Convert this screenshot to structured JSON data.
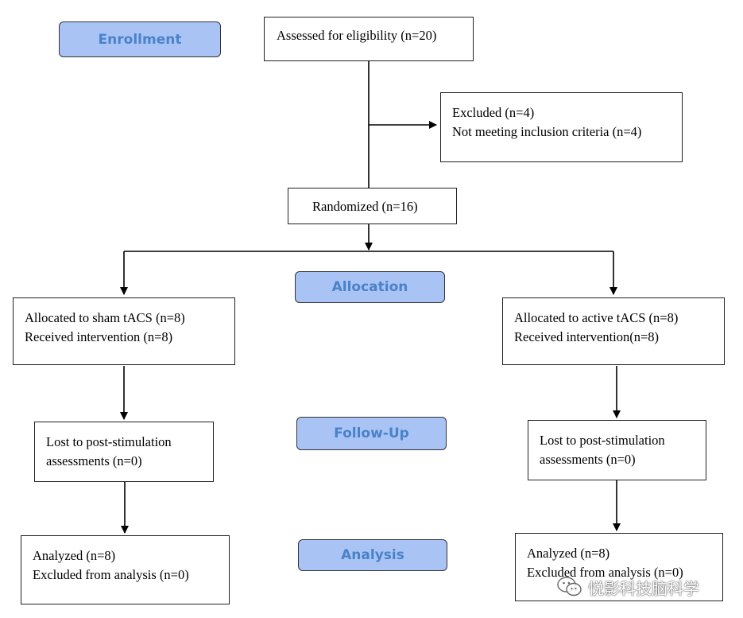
{
  "stages": {
    "enrollment": "Enrollment",
    "allocation": "Allocation",
    "follow_up": "Follow-Up",
    "analysis": "Analysis"
  },
  "boxes": {
    "assessed": [
      "Assessed for eligibility (n=20)"
    ],
    "excluded": [
      "Excluded  (n=4)",
      "Not meeting inclusion criteria (n=4)"
    ],
    "randomized": [
      "Randomized (n=16)"
    ],
    "sham_allocated": [
      "Allocated to sham tACS (n=8)",
      "Received intervention (n=8)"
    ],
    "active_allocated": [
      "Allocated to active tACS (n=8)",
      "Received intervention(n=8)"
    ],
    "sham_lost": [
      "Lost to post-stimulation",
      "assessments (n=0)"
    ],
    "active_lost": [
      "Lost to post-stimulation",
      "assessments (n=0)"
    ],
    "sham_analyzed": [
      "Analyzed (n=8)",
      "Excluded from analysis (n=0)"
    ],
    "active_analyzed": [
      "Analyzed (n=8)",
      "Excluded from analysis (n=0)"
    ]
  },
  "watermark": {
    "text": "悦影科技脑科学",
    "icon": "wechat-icon"
  },
  "colors": {
    "stage_fill": "#a9c4f4",
    "stage_text": "#4a82c9"
  }
}
